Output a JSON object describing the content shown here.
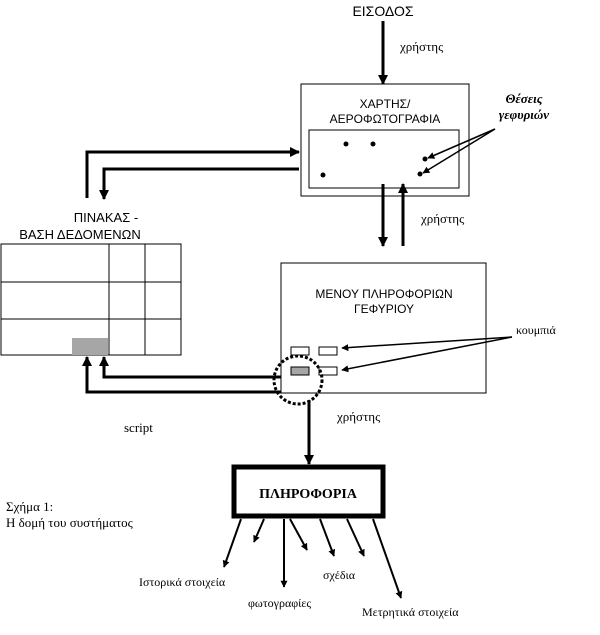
{
  "labels": {
    "input": "ΕΙΣΟΔΟΣ",
    "user_top": "χρήστης",
    "map_line1": "ΧΑΡΤΗΣ/",
    "map_line2": "ΑΕΡΟΦΩΤΟΓΡΑΦΙΑ",
    "bridge_positions_line1": "Θέσεις",
    "bridge_positions_line2": "γεφυριών",
    "table_line1": "ΠΙΝΑΚΑΣ -",
    "table_line2": "ΒΑΣΗ ΔΕΔΟΜΕΝΩΝ",
    "user_middle": "χρήστης",
    "menu_line1": "ΜΕΝΟΥ ΠΛΗΡΟΦΟΡΙΩΝ",
    "menu_line2": "ΓΕΦΥΡΙΟΥ",
    "buttons": "κουμπιά",
    "script": "script",
    "user_bottom": "χρήστης",
    "information": "ΠΛΗΡΟΦΟΡΙΑ",
    "caption_line1": "Σχήμα 1:",
    "caption_line2": "Η δομή του συστήματος",
    "historical": "Ιστορικά στοιχεία",
    "photos": "φωτογραφίες",
    "drawings": "σχέδια",
    "measurements": "Μετρητικά στοιχεία"
  },
  "colors": {
    "stroke": "#000000",
    "highlight": "#a6a6a6",
    "background": "#ffffff"
  }
}
